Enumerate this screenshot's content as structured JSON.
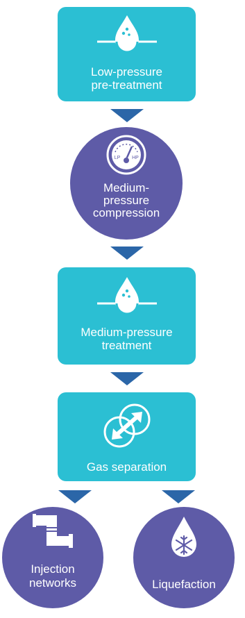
{
  "colors": {
    "process_box": "#2bbfd3",
    "process_circle": "#5e5ba7",
    "arrow": "#2b66a8"
  },
  "steps": [
    {
      "label": "Low-pressure\npre-treatment",
      "shape": "rounded-rect",
      "icon": "droplet-filter-icon"
    },
    {
      "label": "Medium-\npressure\ncompression",
      "shape": "circle",
      "icon": "pressure-gauge-icon",
      "icon_text": [
        "LP",
        "HP"
      ]
    },
    {
      "label": "Medium-pressure\ntreatment",
      "shape": "rounded-rect",
      "icon": "droplet-filter-icon"
    },
    {
      "label": "Gas separation",
      "shape": "rounded-rect",
      "icon": "separation-arrows-icon"
    }
  ],
  "outputs": [
    {
      "label": "Injection\nnetworks",
      "shape": "circle",
      "icon": "pipe-icon"
    },
    {
      "label": "Liquefaction",
      "shape": "circle",
      "icon": "snowflake-drop-icon"
    }
  ]
}
